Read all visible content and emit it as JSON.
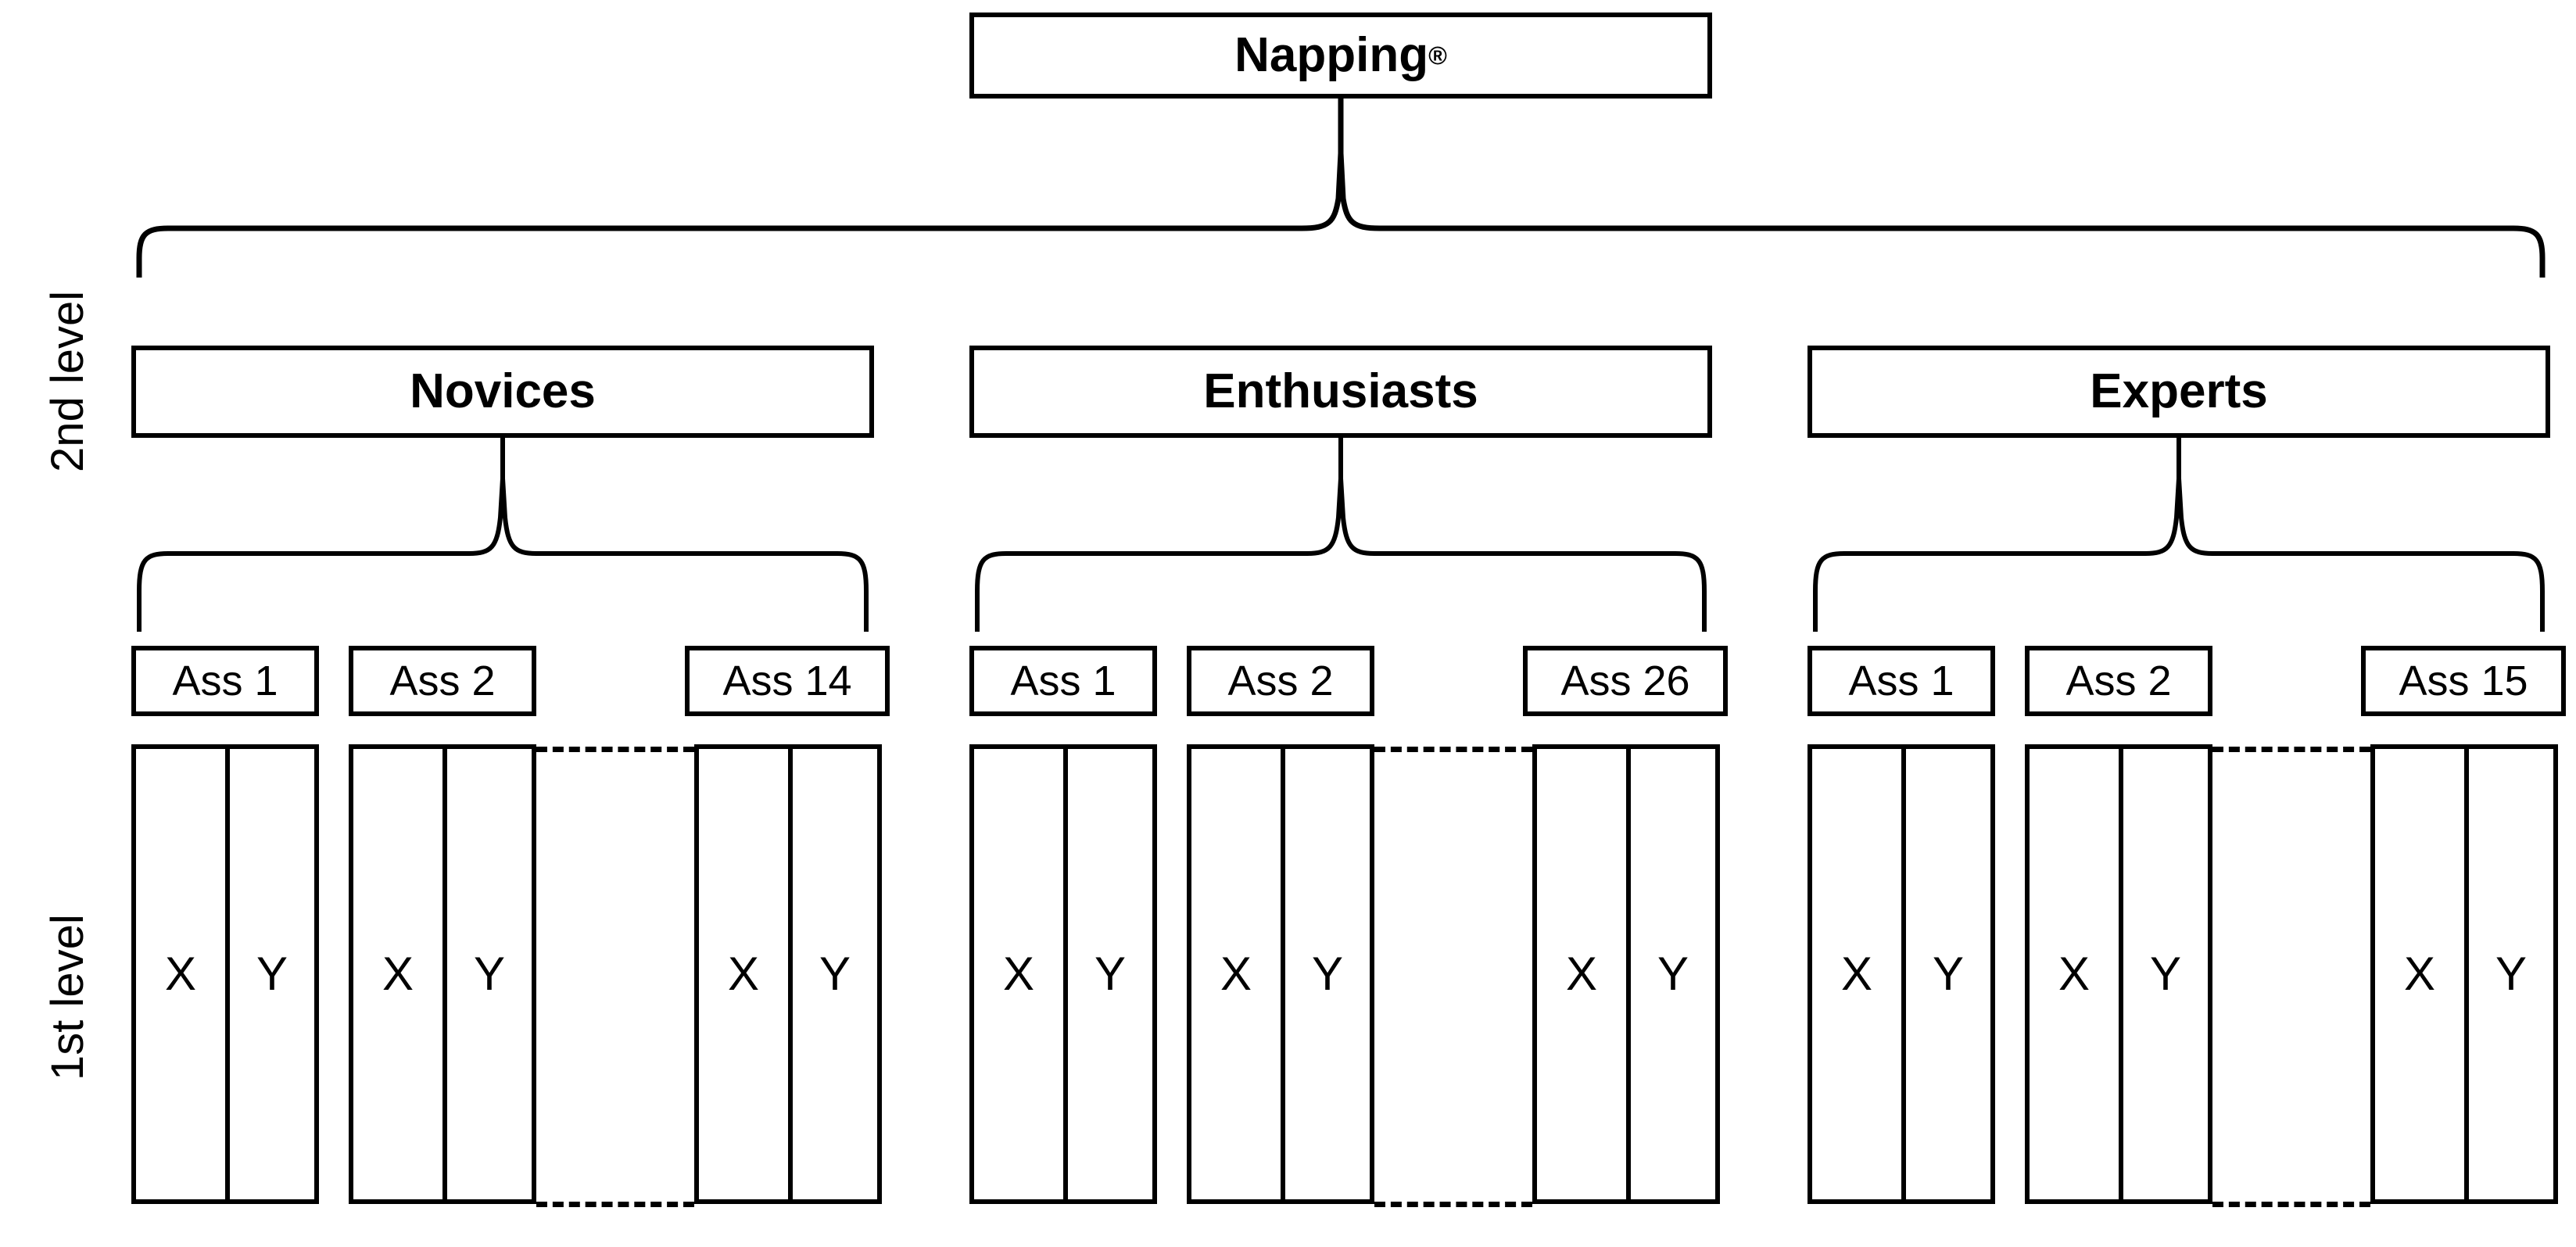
{
  "diagram": {
    "title": "Napping",
    "title_superscript": "®",
    "level_labels": {
      "second": "2nd level",
      "first": "1st level"
    },
    "column_headers": {
      "x": "X",
      "y": "Y"
    },
    "groups": [
      {
        "name": "Novices",
        "assessors": [
          {
            "label": "Ass 1",
            "x": "X",
            "y": "Y"
          },
          {
            "label": "Ass 2",
            "x": "X",
            "y": "Y"
          },
          {
            "label": "Ass 14",
            "x": "X",
            "y": "Y"
          }
        ],
        "ellipsis": "dashed"
      },
      {
        "name": "Enthusiasts",
        "assessors": [
          {
            "label": "Ass 1",
            "x": "X",
            "y": "Y"
          },
          {
            "label": "Ass 2",
            "x": "X",
            "y": "Y"
          },
          {
            "label": "Ass 26",
            "x": "X",
            "y": "Y"
          }
        ],
        "ellipsis": "dashed"
      },
      {
        "name": "Experts",
        "assessors": [
          {
            "label": "Ass 1",
            "x": "X",
            "y": "Y"
          },
          {
            "label": "Ass 2",
            "x": "X",
            "y": "Y"
          },
          {
            "label": "Ass 15",
            "x": "X",
            "y": "Y"
          }
        ],
        "ellipsis": "dashed"
      }
    ],
    "colors": {
      "stroke": "#000000",
      "background": "#ffffff"
    }
  }
}
